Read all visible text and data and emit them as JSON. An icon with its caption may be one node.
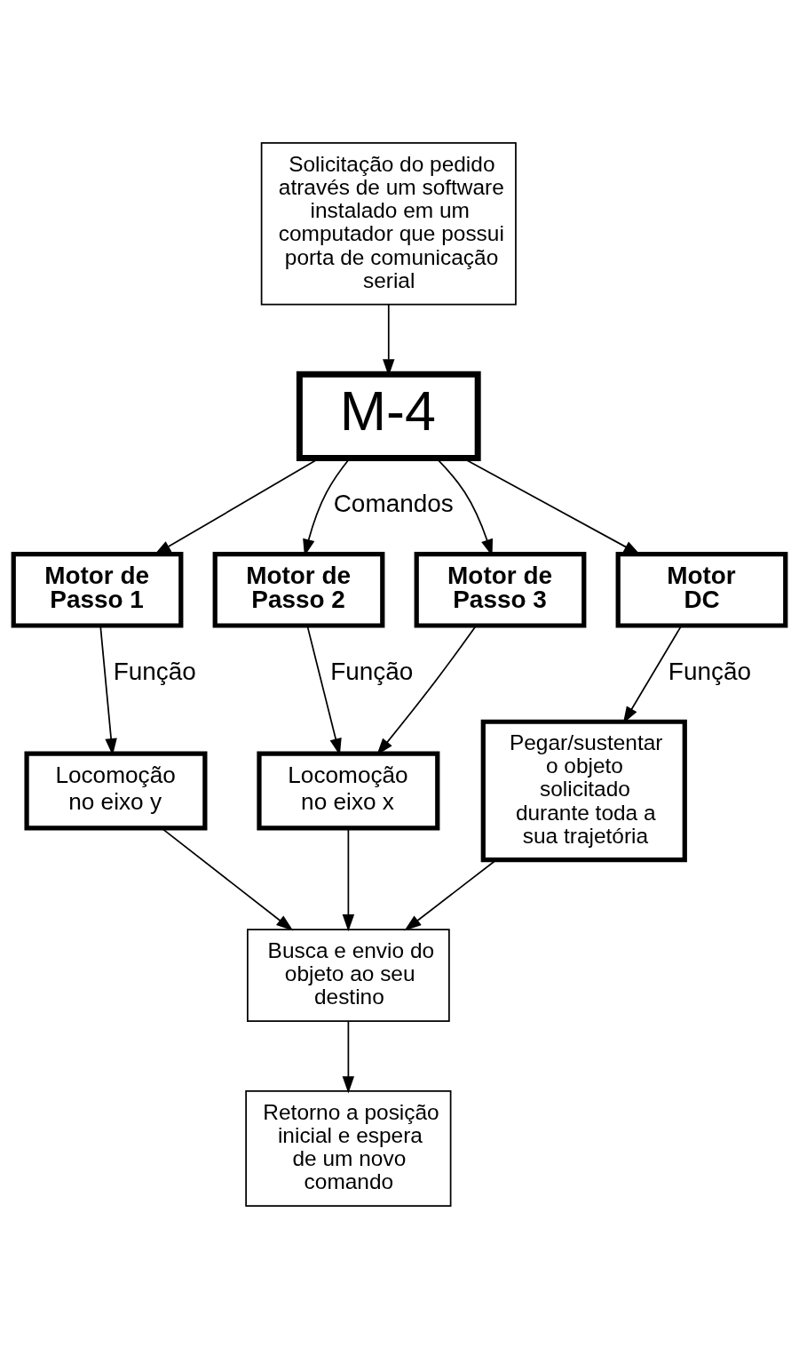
{
  "diagram": {
    "nodes": [
      {
        "text": [
          "Solicitação do pedido através de um software instalado em um computador que possui porta de comunicação serial"
        ]
      },
      {
        "text": [
          "M-4"
        ]
      },
      {
        "text": [
          "Motor de Passo 1"
        ]
      },
      {
        "text": [
          "Motor de Passo 2"
        ]
      },
      {
        "text": [
          "Motor de Passo 3"
        ]
      },
      {
        "text": [
          "Motor DC"
        ]
      },
      {
        "text": [
          "Locomoção no eixo y"
        ]
      },
      {
        "text": [
          "Locomoção no eixo x"
        ]
      },
      {
        "text": [
          "Pegar/sustentar o objeto solicitado durante toda a sua trajetória"
        ]
      },
      {
        "text": [
          "Busca e envio do objeto ao seu destino"
        ]
      },
      {
        "text": [
          "Retorno a posição inicial e espera de um novo comando"
        ]
      }
    ],
    "edges": [
      {
        "from": 0,
        "to": 1,
        "arrow": "to"
      },
      {
        "from": 1,
        "to": 2,
        "arrow": "to"
      },
      {
        "from": 1,
        "to": 3,
        "arrow": "to",
        "label": "Comandos"
      },
      {
        "from": 1,
        "to": 4,
        "arrow": "to"
      },
      {
        "from": 1,
        "to": 5,
        "arrow": "to"
      },
      {
        "from": 2,
        "to": 6,
        "arrow": "to",
        "label": "Função"
      },
      {
        "from": 3,
        "to": 7,
        "arrow": "to",
        "label": "Função"
      },
      {
        "from": 4,
        "to": 7,
        "arrow": "to"
      },
      {
        "from": 5,
        "to": 8,
        "arrow": "to",
        "label": "Função"
      },
      {
        "from": 6,
        "to": 9,
        "arrow": "to"
      },
      {
        "from": 7,
        "to": 9,
        "arrow": "to"
      },
      {
        "from": 8,
        "to": 9,
        "arrow": "to"
      },
      {
        "from": 9,
        "to": 10,
        "arrow": "to"
      }
    ]
  }
}
